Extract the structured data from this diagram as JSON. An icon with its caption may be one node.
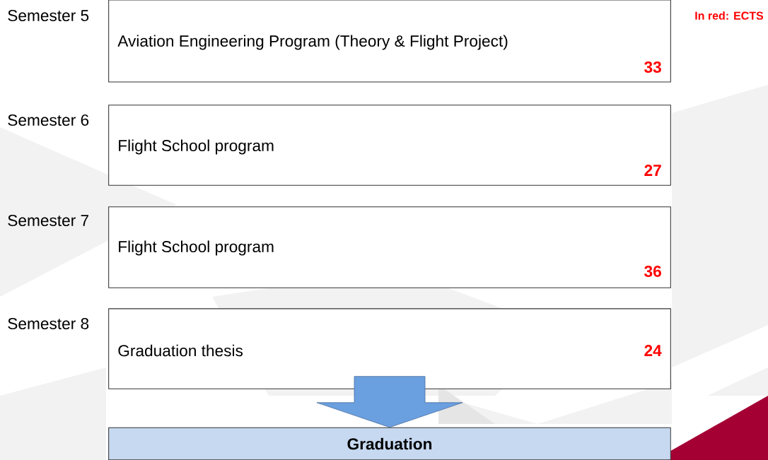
{
  "diagram": {
    "nodes": [
      {
        "text": [
          "Aviation Engineering Program (Theory & Flight Project)",
          "33"
        ],
        "beside": [
          "Semester 5"
        ]
      },
      {
        "text": [
          "Flight School program",
          "27"
        ],
        "beside": [
          "Semester 6"
        ]
      },
      {
        "text": [
          "Flight School program",
          "36"
        ],
        "beside": [
          "Semester 7"
        ]
      },
      {
        "text": [
          "Graduation thesis",
          "24"
        ],
        "beside": [
          "Semester 8"
        ]
      },
      {
        "text": [
          "Graduation"
        ]
      }
    ],
    "edges": [
      {
        "from": 3,
        "to": 4,
        "arrow": "to",
        "style": "thick"
      }
    ],
    "labels": [
      "In red: ECTS"
    ]
  }
}
